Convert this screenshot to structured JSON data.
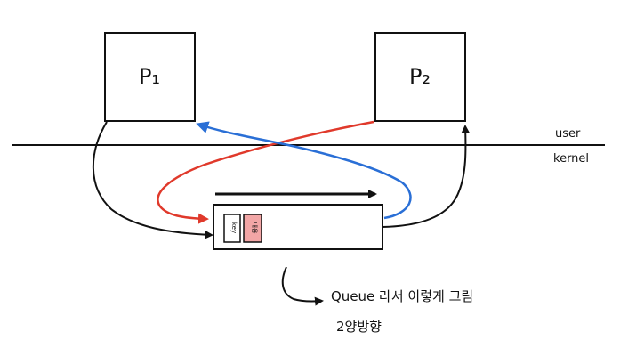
{
  "processes": [
    {
      "id": "p1",
      "label": "P₁"
    },
    {
      "id": "p2",
      "label": "P₂"
    }
  ],
  "boundary": {
    "upper_label": "user",
    "lower_label": "kernel"
  },
  "queue": {
    "slots": [
      {
        "label": "key",
        "fill": "#ffffff"
      },
      {
        "label": "내용",
        "fill": "#f2a6a6"
      }
    ]
  },
  "note": {
    "line1": "Queue 라서 이렇게 그림",
    "line2": "2양방향"
  },
  "colors": {
    "ink": "#111111",
    "flow_p2_to_queue": "#e0392b",
    "flow_queue_to_p1": "#2a6fd6",
    "slot_highlight": "#f2a6a6"
  }
}
